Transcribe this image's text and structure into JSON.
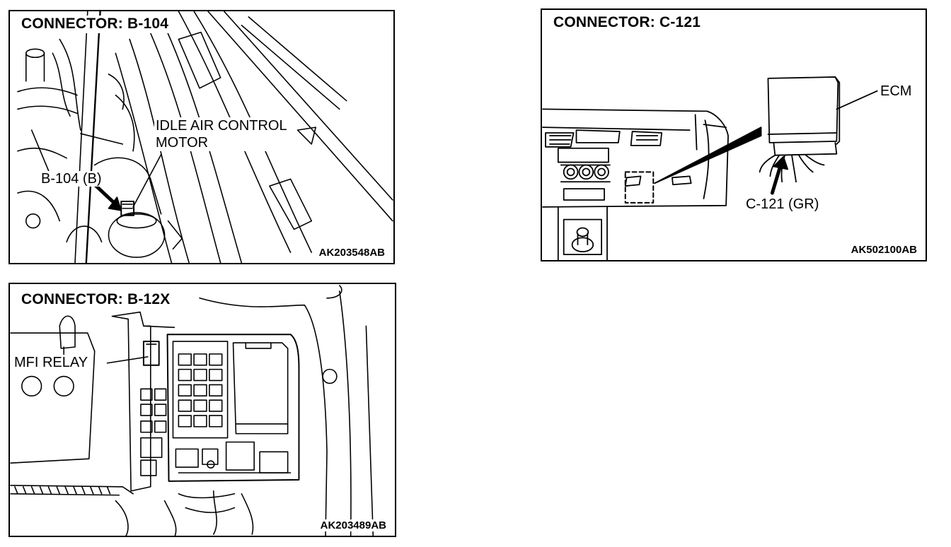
{
  "panels": {
    "b104": {
      "title": "CONNECTOR: B-104",
      "callout_line1": "IDLE AIR CONTROL",
      "callout_line2": "MOTOR",
      "connector_label": "B-104 (B)",
      "figure_code": "AK203548AB"
    },
    "c121": {
      "title": "CONNECTOR: C-121",
      "ecm_label": "ECM",
      "connector_label": "C-121 (GR)",
      "figure_code": "AK502100AB"
    },
    "b12x": {
      "title": "CONNECTOR: B-12X",
      "relay_label": "MFI RELAY",
      "figure_code": "AK203489AB"
    }
  },
  "colors": {
    "line": "#000000",
    "background": "#ffffff"
  }
}
